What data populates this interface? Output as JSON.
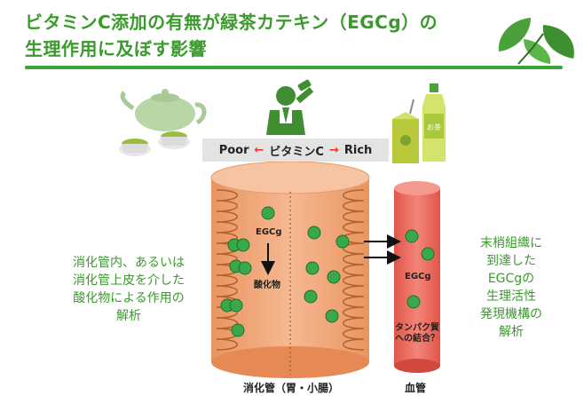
{
  "title": {
    "line1": "ビタミンC添加の有無が緑茶カテキン（EGCg）の",
    "line2": "生理作用に及ぼす影響"
  },
  "vitamin_scale": {
    "poor": "Poor",
    "arrow": "←",
    "center": "ビタミンC",
    "arrow2": "→",
    "rich": "Rich"
  },
  "left_text": [
    "消化管内、あるいは",
    "消化管上皮を介した",
    "酸化物による作用の",
    "解析"
  ],
  "right_text": [
    "末梢組織に",
    "到達した",
    "EGCgの",
    "生理活性",
    "発現機構の",
    "解析"
  ],
  "labels": {
    "egcg_top": "EGCg",
    "oxide": "酸化物",
    "egcg_vessel": "EGCg",
    "protein_line1": "タンパク質",
    "protein_line2": "への結合？",
    "gut_caption": "消化管（胃・小腸）",
    "vessel_caption": "血管",
    "bottle_label": "お茶"
  },
  "colors": {
    "title_green": "#3a9a2c",
    "gut": "#f2a97c",
    "vessel": "#e8685a",
    "egcg_dot": "#39a84a",
    "arrow_red": "#e53a2a"
  }
}
